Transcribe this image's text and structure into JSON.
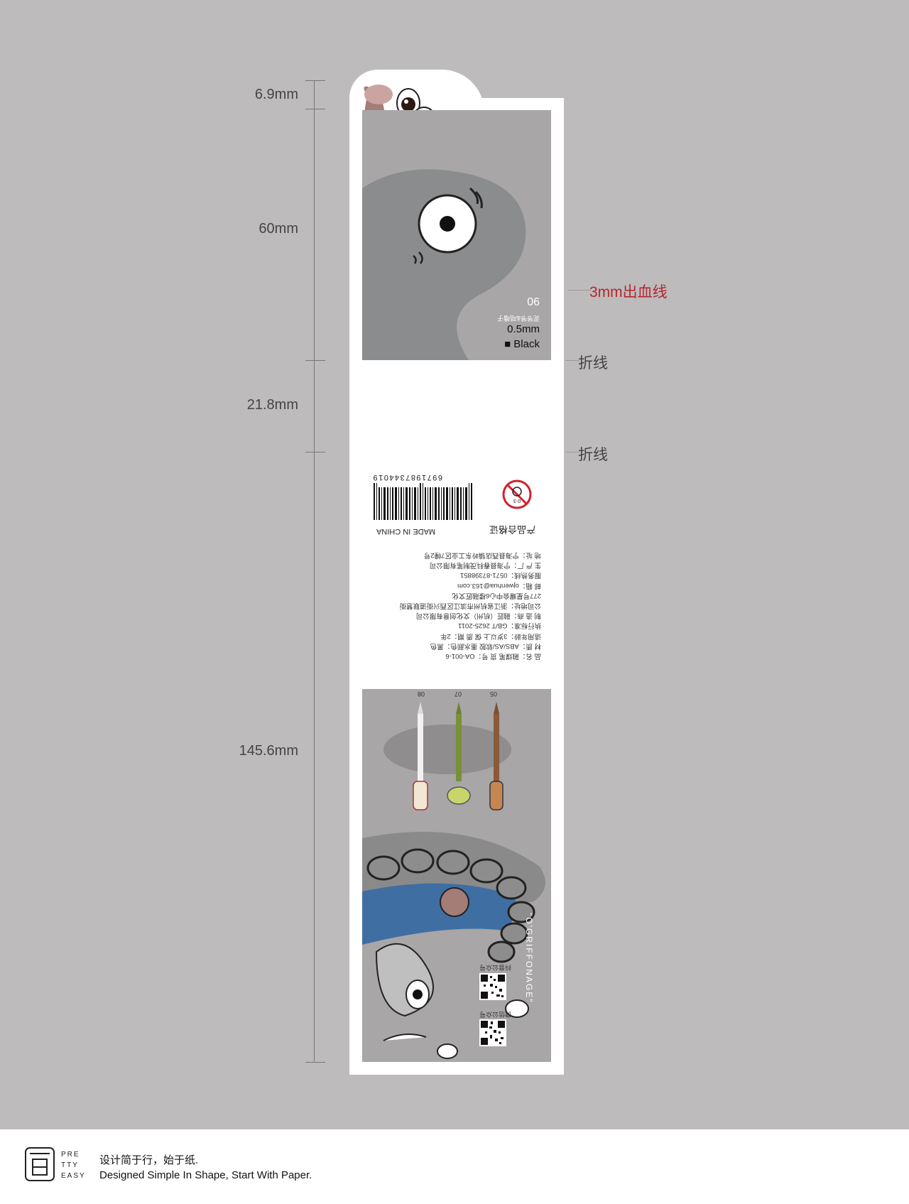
{
  "dimensions": {
    "d1": "6.9mm",
    "d2": "60mm",
    "d3": "21.8mm",
    "d4": "145.6mm"
  },
  "annotations": {
    "bleed": "3mm出血线",
    "fold1": "折线",
    "fold2": "折线"
  },
  "front": {
    "number": "06",
    "name": "泥爷爷&咕噜子",
    "size": "0.5mm",
    "color": "■ Black"
  },
  "back_info": {
    "barcode_number": "6971987344019",
    "made_in": "MADE IN CHINA",
    "certificate": "产品合格证",
    "age_mark": "0-3",
    "specs": [
      "品    名：融煤笔            货    号：OA-001-6",
      "材    质：ABS/AS/软胶    墨水颜色：黑色",
      "适用年龄：3岁以上          保 质 期：2年",
      "执行标准：GB/T 2625-2011",
      "制 造 商：融匠（杭州）文化创意有限公司",
      "公司地址：浙江省杭州市滨江区西兴街道联慧街",
      "             277号星耀会中心6楼融匠文化",
      "邮    箱：ojwenhua@163.com",
      "服务热线：0571-87398851",
      "生 产 厂：宁海县春科茂制笔有限公司",
      "地    址：宁海县西店镇岭东工业区7幢2号"
    ]
  },
  "back": {
    "pens": [
      "08",
      "07",
      "05"
    ],
    "qr1_label": "抖音公众号",
    "qr2_label": "微信公众号",
    "brand": "\"O'GRIFFONAGE\""
  },
  "footer": {
    "logo_text": [
      "PRE",
      "TTY",
      "EASY"
    ],
    "slogan_cn": "设计简于行，始于纸.",
    "slogan_en": "Designed Simple In Shape, Start With Paper."
  }
}
